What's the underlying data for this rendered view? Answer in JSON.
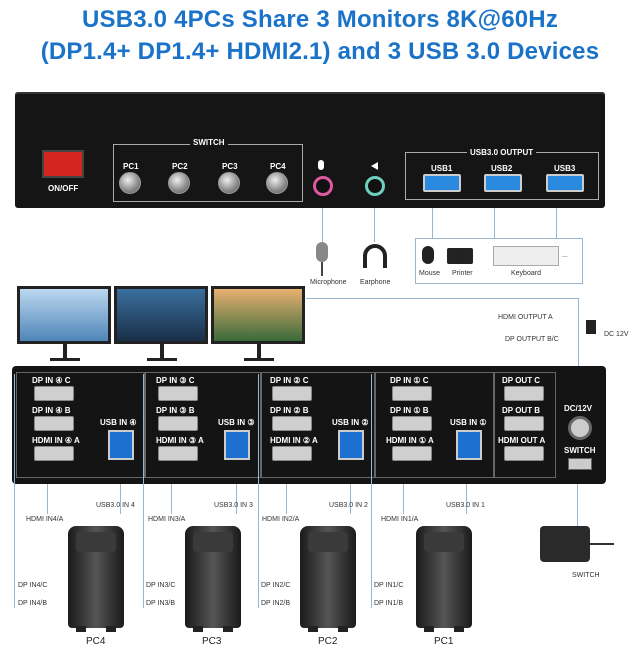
{
  "title": {
    "line1": "USB3.0 4PCs Share 3 Monitors 8K@60Hz",
    "line2": "(DP1.4+ DP1.4+ HDMI2.1) and 3 USB 3.0 Devices"
  },
  "top_panel": {
    "switch_label": "SWITCH",
    "power_label": "ON/OFF",
    "pc_buttons": [
      "PC1",
      "PC2",
      "PC3",
      "PC4"
    ],
    "usb_output_label": "USB3.0 OUTPUT",
    "usb_ports": [
      "USB1",
      "USB2",
      "USB3"
    ]
  },
  "peripherals": {
    "microphone": "Microphone",
    "earphone": "Earphone",
    "mouse": "Mouse",
    "printer": "Printer",
    "keyboard": "Keyboard"
  },
  "cables": {
    "hdmi_output": "HDMI OUTPUT A",
    "dp_output": "DP OUTPUT B/C",
    "dc": "DC 12V",
    "switch": "SWITCH"
  },
  "back_panel": {
    "groups": [
      {
        "dp_c": "DP IN ④ C",
        "dp_b": "DP IN ④ B",
        "hdmi": "HDMI IN ④ A",
        "usb": "USB IN ④"
      },
      {
        "dp_c": "DP IN ③ C",
        "dp_b": "DP IN ③ B",
        "hdmi": "HDMI IN ③ A",
        "usb": "USB IN ③"
      },
      {
        "dp_c": "DP IN ② C",
        "dp_b": "DP IN ② B",
        "hdmi": "HDMI IN ② A",
        "usb": "USB IN ②"
      },
      {
        "dp_c": "DP IN ① C",
        "dp_b": "DP IN ① B",
        "hdmi": "HDMI IN ① A",
        "usb": "USB IN ①"
      }
    ],
    "out_c": "DP OUT C",
    "out_b": "DP OUT B",
    "out_a": "HDMI OUT A",
    "dc_label": "DC/12V",
    "switch_label": "SWITCH"
  },
  "pcs": [
    {
      "name": "PC4",
      "hdmi": "HDMI IN4/A",
      "usb": "USB3.0 IN 4",
      "dpc": "DP IN4/C",
      "dpb": "DP IN4/B"
    },
    {
      "name": "PC3",
      "hdmi": "HDMI IN3/A",
      "usb": "USB3.0 IN 3",
      "dpc": "DP IN3/C",
      "dpb": "DP IN3/B"
    },
    {
      "name": "PC2",
      "hdmi": "HDMI IN2/A",
      "usb": "USB3.0 IN 2",
      "dpc": "DP IN2/C",
      "dpb": "DP IN2/B"
    },
    {
      "name": "PC1",
      "hdmi": "HDMI IN1/A",
      "usb": "USB3.0 IN 1",
      "dpc": "DP IN1/C",
      "dpb": "DP IN1/B"
    }
  ],
  "colors": {
    "title": "#1a73c8",
    "usb_blue": "#1d6fd0",
    "cable": "#9bb6d0"
  }
}
